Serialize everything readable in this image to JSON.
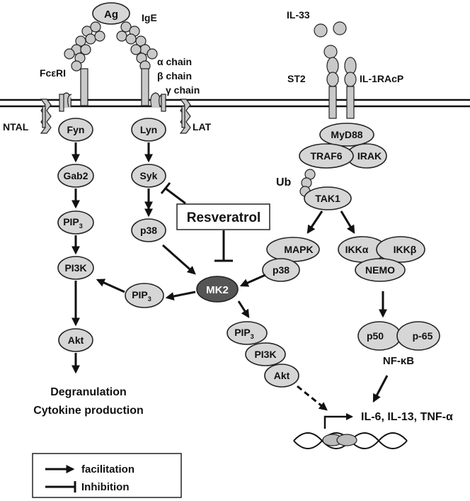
{
  "colors": {
    "node_fill": "#d6d6d6",
    "mk2_fill": "#555555",
    "line": "#111111",
    "background": "#ffffff"
  },
  "receptors": {
    "ag": "Ag",
    "ige": "IgE",
    "fceri": "FcεRI",
    "alpha_chain": "α chain",
    "beta_chain": "β chain",
    "gamma_chain": "γ chain",
    "ntal": "NTAL",
    "lat": "LAT",
    "il33": "IL-33",
    "st2": "ST2",
    "il1racp": "IL-1RAcP"
  },
  "nodes": {
    "fyn": "Fyn",
    "lyn": "Lyn",
    "gab2": "Gab2",
    "syk": "Syk",
    "pip3_left": "PIP",
    "pip3_mid": "PIP",
    "pip3_low": "PIP",
    "sub3": "3",
    "pi3k_left": "PI3K",
    "pi3k_low": "PI3K",
    "akt_left": "Akt",
    "akt_low": "Akt",
    "p38_left": "p38",
    "p38_right": "p38",
    "mk2": "MK2",
    "myd88": "MyD88",
    "traf6": "TRAF6",
    "irak": "IRAK",
    "ub": "Ub",
    "tak1": "TAK1",
    "mapk": "MAPK",
    "ikka": "IKKα",
    "ikkb": "IKKβ",
    "nemo": "NEMO",
    "p50": "p50",
    "p65": "p-65",
    "nfkb": "NF-κB"
  },
  "labels": {
    "resveratrol": "Resveratrol",
    "degranulation": "Degranulation",
    "cytokine": "Cytokine production",
    "cytokines_out": "IL-6, IL-13, TNF-α"
  },
  "legend": {
    "facilitation": "facilitation",
    "inhibition": "Inhibition"
  }
}
